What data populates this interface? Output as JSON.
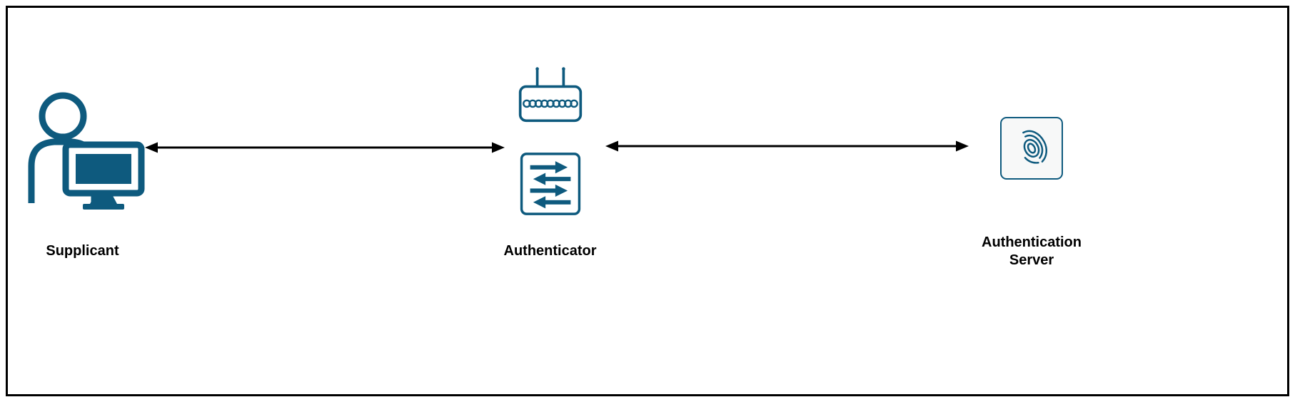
{
  "nodes": {
    "supplicant": {
      "label": "Supplicant",
      "icon": "person-with-computer-icon"
    },
    "authenticator": {
      "label": "Authenticator",
      "icons": [
        "wireless-access-point-icon",
        "network-switch-icon"
      ]
    },
    "authentication_server": {
      "label": "Authentication Server",
      "icon": "fingerprint-icon"
    }
  },
  "connections": [
    {
      "from": "supplicant",
      "to": "authenticator",
      "style": "double-headed-arrow"
    },
    {
      "from": "authenticator",
      "to": "authentication_server",
      "style": "double-headed-arrow"
    }
  ],
  "colors": {
    "icon": "#0e5a7e",
    "arrow": "#000000",
    "frame_border": "#000000",
    "background": "#ffffff",
    "label_text": "#000000"
  }
}
